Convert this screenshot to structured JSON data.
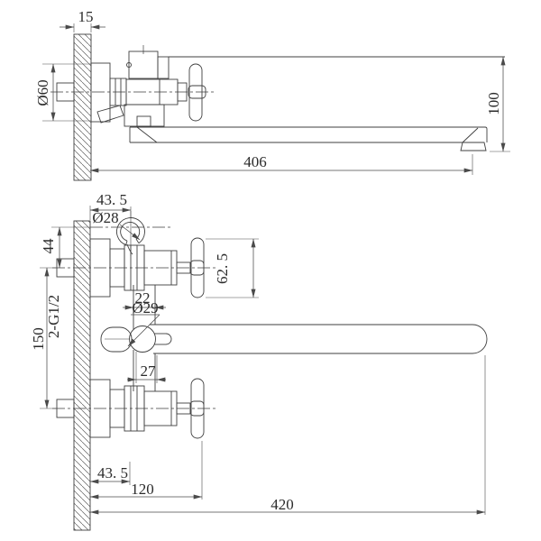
{
  "colors": {
    "line": "#3f3f3f",
    "dimension": "#4a4a4a",
    "background": "#ffffff"
  },
  "dims": {
    "wall_thickness": "15",
    "escutcheon_diameter": "Ø60",
    "spout_length": "406",
    "spout_end_height": "100",
    "hook_offset_top": "43. 5",
    "hook_diameter": "Ø28",
    "hook_rise": "44",
    "handle_span": "62. 5",
    "stem_width": "22",
    "diverter_diameter": "Ø29",
    "diverter_offset": "27",
    "inlet_thread": "2-G1/2",
    "inlet_spacing": "150",
    "hook_offset_bottom": "43. 5",
    "handle_reach": "120",
    "spout_reach": "420"
  }
}
